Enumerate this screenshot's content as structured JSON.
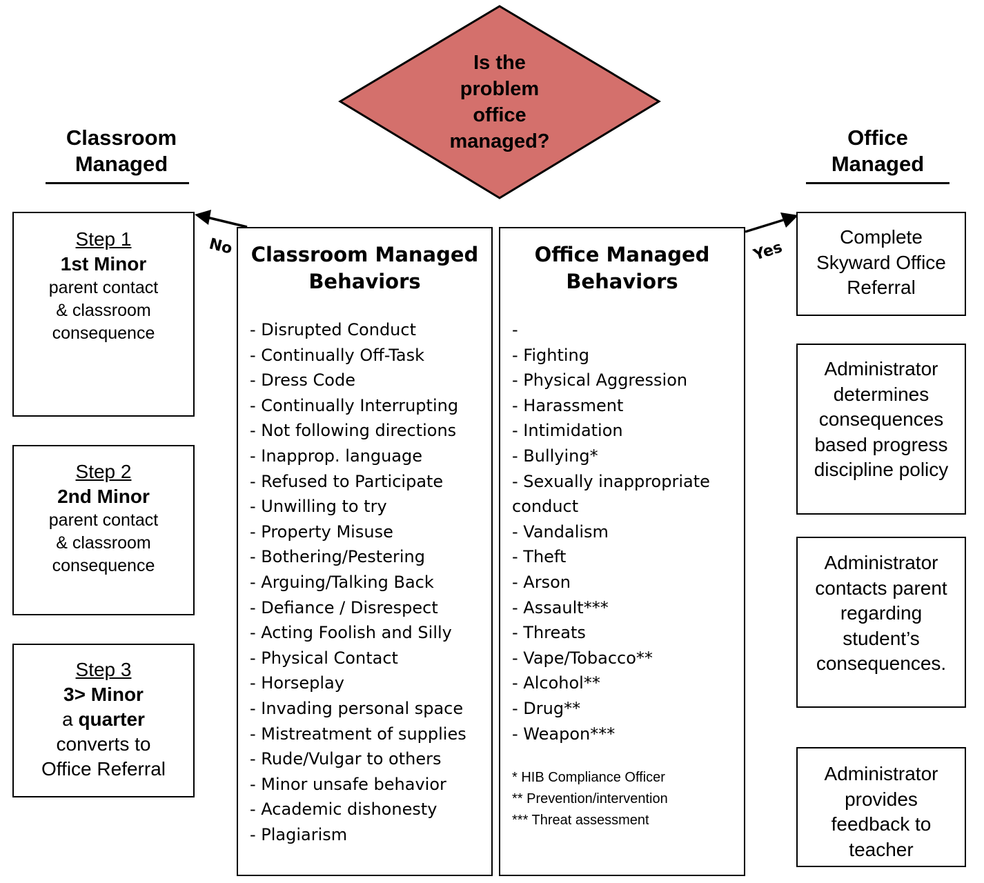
{
  "decision": {
    "text_lines": [
      "Is the",
      "problem",
      "office",
      "managed?"
    ],
    "fill": "#d4706c"
  },
  "headers": {
    "left": [
      "Classroom",
      "Managed"
    ],
    "right": [
      "Office",
      "Managed"
    ]
  },
  "arrows": {
    "no_label": "No",
    "yes_label": "Yes"
  },
  "steps": [
    {
      "title": "Step 1",
      "bold": "1st Minor",
      "lines": [
        "parent contact",
        "& classroom",
        "consequence"
      ]
    },
    {
      "title": "Step 2",
      "bold": "2nd Minor",
      "lines": [
        "parent contact",
        "& classroom",
        "consequence"
      ]
    },
    {
      "title": "Step 3",
      "bold": "3> Minor",
      "line_a_prefix": "a ",
      "line_a_bold": "quarter",
      "lines": [
        "converts to",
        "Office Referral"
      ]
    }
  ],
  "classroom": {
    "title_lines": [
      "Classroom Managed",
      "Behaviors"
    ],
    "items": [
      "- Disrupted Conduct",
      "- Continually Off-Task",
      "- Dress Code",
      "- Continually Interrupting",
      "- Not following directions",
      "- Inapprop. language",
      "- Refused to Participate",
      "- Unwilling to try",
      "- Property Misuse",
      "- Bothering/Pestering",
      "- Arguing/Talking Back",
      "- Defiance / Disrespect",
      "- Acting Foolish and Silly",
      "- Physical Contact",
      "- Horseplay",
      "- Invading personal space",
      "- Mistreatment of supplies",
      "- Rude/Vulgar to others",
      "- Minor unsafe behavior",
      "- Academic dishonesty",
      "- Plagiarism"
    ]
  },
  "office": {
    "title_lines": [
      "Office Managed",
      "Behaviors"
    ],
    "items": [
      "-",
      "- Fighting",
      "- Physical Aggression",
      "- Harassment",
      "- Intimidation",
      "- Bullying*",
      "- Sexually inappropriate",
      "conduct",
      "- Vandalism",
      "- Theft",
      "- Arson",
      "- Assault***",
      "- Threats",
      "- Vape/Tobacco**",
      "- Alcohol**",
      "- Drug**",
      "- Weapon***"
    ],
    "notes": [
      "* HIB Compliance Officer",
      "** Prevention/intervention",
      "*** Threat assessment"
    ]
  },
  "office_steps": [
    {
      "lines": [
        "Complete",
        "Skyward Office",
        "Referral"
      ]
    },
    {
      "lines": [
        "Administrator",
        "determines",
        "consequences",
        "based progress",
        "discipline policy"
      ]
    },
    {
      "lines": [
        "Administrator",
        "contacts parent",
        "regarding",
        "student’s",
        "consequences."
      ]
    },
    {
      "lines": [
        "Administrator",
        "provides",
        "feedback to",
        "teacher"
      ]
    }
  ]
}
